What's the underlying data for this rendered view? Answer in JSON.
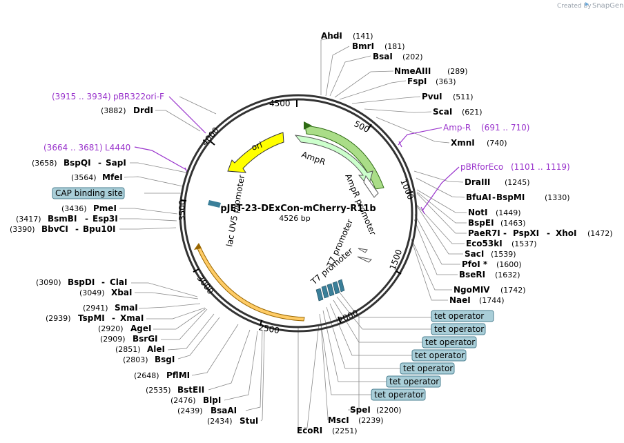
{
  "brand": {
    "created_by": "Created by",
    "app": "SnapGene"
  },
  "plasmid": {
    "name": "pJET-23-DExCon-mCherry-R11b",
    "length": "4526 bp"
  },
  "ticks": [
    "500",
    "1000",
    "1500",
    "2000",
    "2500",
    "3000",
    "3500",
    "4000",
    "4500"
  ],
  "sites": [
    {
      "name": "AhdI",
      "pos": "(141)"
    },
    {
      "name": "BmrI",
      "pos": "(181)"
    },
    {
      "name": "BsaI",
      "pos": "(202)"
    },
    {
      "name": "NmeAIII",
      "pos": "(289)"
    },
    {
      "name": "FspI",
      "pos": "(363)"
    },
    {
      "name": "PvuI",
      "pos": "(511)"
    },
    {
      "name": "ScaI",
      "pos": "(621)"
    },
    {
      "name": "XmnI",
      "pos": "(740)"
    },
    {
      "name": "DraIII",
      "pos": "(1245)"
    },
    {
      "name": "BfuAI",
      "name2": "BspMI",
      "pos": "(1330)"
    },
    {
      "name": "NotI",
      "pos": "(1449)"
    },
    {
      "name": "BspEI",
      "pos": "(1463)"
    },
    {
      "name": "PaeR7I",
      "name2": "PspXI",
      "name3": "XhoI",
      "pos": "(1472)"
    },
    {
      "name": "Eco53kI",
      "pos": "(1537)"
    },
    {
      "name": "SacI",
      "pos": "(1539)"
    },
    {
      "name": "PfoI *",
      "pos": "(1600)"
    },
    {
      "name": "BseRI",
      "pos": "(1632)"
    },
    {
      "name": "NgoMIV",
      "pos": "(1742)"
    },
    {
      "name": "NaeI",
      "pos": "(1744)"
    },
    {
      "name": "SpeI",
      "pos": "(2200)"
    },
    {
      "name": "MscI",
      "pos": "(2239)"
    },
    {
      "name": "EcoRI",
      "pos": "(2251)"
    },
    {
      "name": "StuI",
      "pos": "(2434)"
    },
    {
      "name": "BsaAI",
      "pos": "(2439)"
    },
    {
      "name": "BlpI",
      "pos": "(2476)"
    },
    {
      "name": "BstEII",
      "pos": "(2535)"
    },
    {
      "name": "PflMI",
      "pos": "(2648)"
    },
    {
      "name": "BsgI",
      "pos": "(2803)"
    },
    {
      "name": "AleI",
      "pos": "(2851)"
    },
    {
      "name": "BsrGI",
      "pos": "(2909)"
    },
    {
      "name": "AgeI",
      "pos": "(2920)"
    },
    {
      "name": "TspMI",
      "name2": "XmaI",
      "pos": "(2939)"
    },
    {
      "name": "SmaI",
      "pos": "(2941)"
    },
    {
      "name": "XbaI",
      "pos": "(3049)"
    },
    {
      "name": "BspDI",
      "name2": "ClaI",
      "pos": "(3090)"
    },
    {
      "name": "BbvCI",
      "name2": "Bpu10I",
      "pos": "(3390)"
    },
    {
      "name": "BsmBI",
      "name2": "Esp3I",
      "pos": "(3417)"
    },
    {
      "name": "PmeI",
      "pos": "(3436)"
    },
    {
      "name": "MfeI",
      "pos": "(3564)"
    },
    {
      "name": "BspQI",
      "name2": "SapI",
      "pos": "(3658)"
    },
    {
      "name": "DrdI",
      "pos": "(3882)"
    }
  ],
  "primers": [
    {
      "name": "Amp-R",
      "range": "(691 .. 710)"
    },
    {
      "name": "pBRforEco",
      "range": "(1101 .. 1119)"
    },
    {
      "name": "L4440",
      "range": "(3664 .. 3681)"
    },
    {
      "name": "pBR322ori-F",
      "range": "(3915 .. 3934)"
    }
  ],
  "features": [
    {
      "label": "ori"
    },
    {
      "label": "AmpR"
    },
    {
      "label": "AmpR promoter"
    },
    {
      "label": "T7 promoter"
    },
    {
      "label": "T7 promoter"
    },
    {
      "label": "lac UV5 promoter"
    }
  ],
  "boxed_features": [
    {
      "label": "CAP binding site"
    },
    {
      "label": "tet operator"
    },
    {
      "label": "tet operator"
    },
    {
      "label": "tet operator"
    },
    {
      "label": "tet operator"
    },
    {
      "label": "tet operator"
    },
    {
      "label": "tet operator"
    },
    {
      "label": "tet operator"
    }
  ],
  "colors": {
    "ori": "#ffff00",
    "ampr": "#ccffcc",
    "ampr_promoter": "#ffffff",
    "orange_feature": "#ffcc66",
    "operator": "#4a90a4",
    "primer": "#9933cc",
    "box_fill": "#a9ced8",
    "backbone": "#333333"
  }
}
